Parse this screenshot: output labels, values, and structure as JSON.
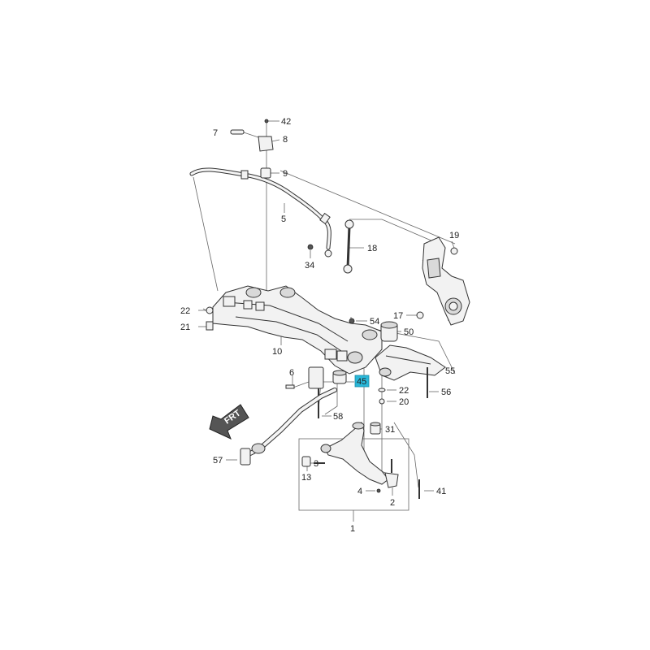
{
  "diagram": {
    "callouts": {
      "c42": "42",
      "c7": "7",
      "c8": "8",
      "c9": "9",
      "c5": "5",
      "c19": "19",
      "c18": "18",
      "c34": "34",
      "c22a": "22",
      "c21": "21",
      "c54": "54",
      "c17": "17",
      "c50": "50",
      "c10": "10",
      "c55": "55",
      "c6": "6",
      "c45": "45",
      "c22b": "22",
      "c20": "20",
      "c56": "56",
      "c58": "58",
      "c31": "31",
      "c57": "57",
      "c3": "3",
      "c13": "13",
      "c4": "4",
      "c2": "2",
      "c41": "41",
      "c1": "1"
    },
    "direction_arrow": {
      "text": "FRT"
    },
    "highlight_color": "#2ab7d8"
  }
}
